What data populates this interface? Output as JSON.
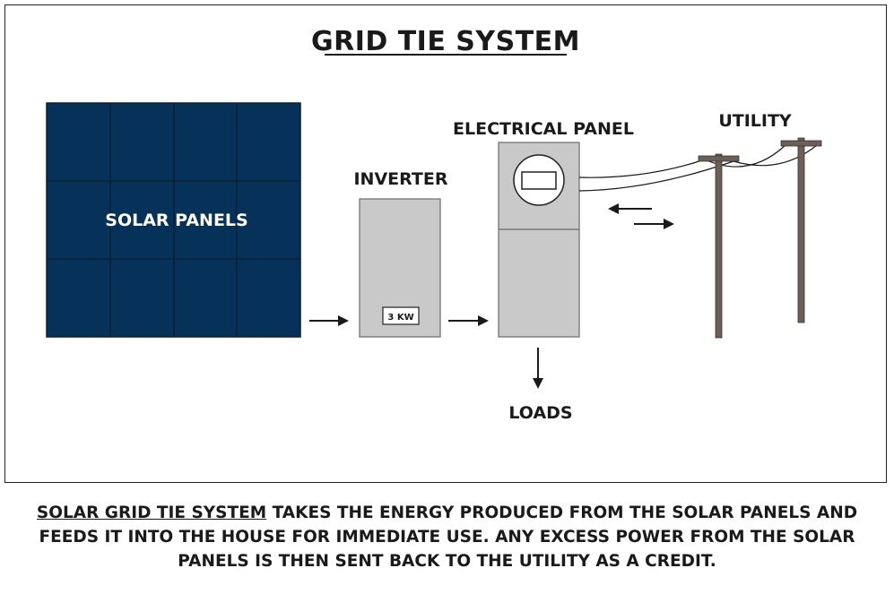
{
  "diagram": {
    "title": "GRID TIE SYSTEM",
    "solar_panels_label": "SOLAR PANELS",
    "inverter_label": "INVERTER",
    "inverter_rating": "3 KW",
    "electrical_panel_label": "ELECTRICAL PANEL",
    "utility_label": "UTILITY",
    "loads_label": "LOADS"
  },
  "caption": {
    "highlight": "SOLAR GRID TIE SYSTEM",
    "text": " TAKES THE ENERGY PRODUCED FROM THE SOLAR PANELS AND FEEDS IT INTO THE HOUSE FOR IMMEDIATE USE. ANY EXCESS POWER FROM THE SOLAR PANELS IS THEN SENT BACK TO THE UTILITY AS A CREDIT."
  },
  "colors": {
    "panel_blue": "#06325a",
    "equipment_gray": "#c9c9c9",
    "pole_brown": "#6b5f58"
  }
}
